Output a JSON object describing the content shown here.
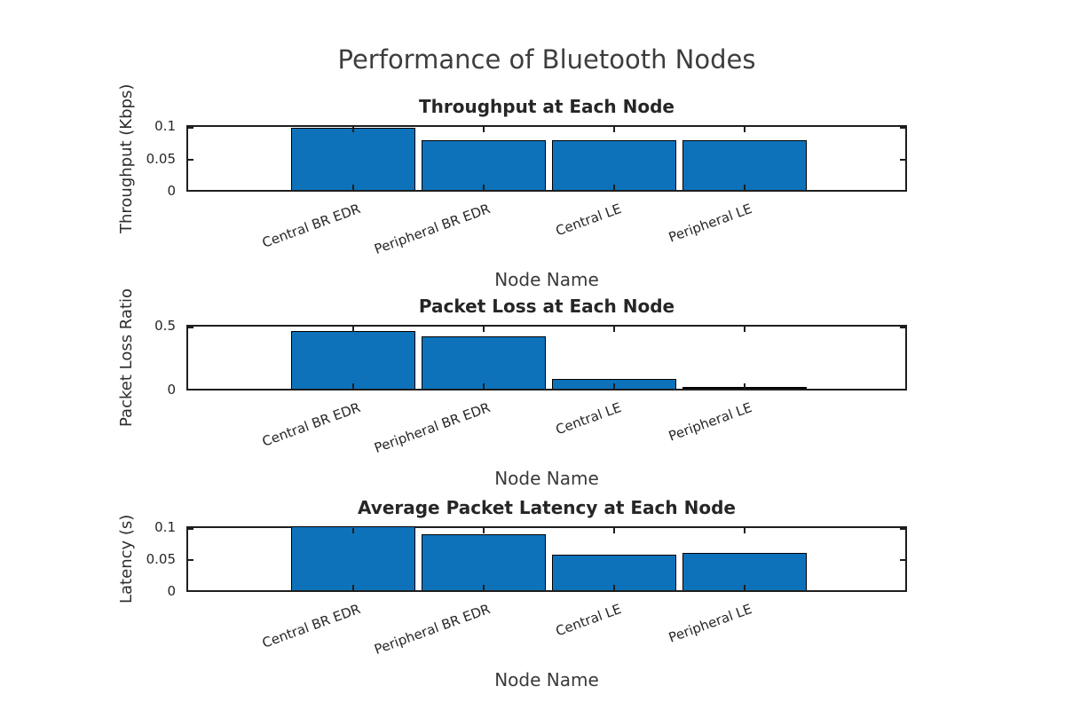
{
  "figure": {
    "title": "Performance of Bluetooth Nodes",
    "background_color": "#ffffff",
    "bar_fill_color": "#0d72ba",
    "bar_edge_color": "#000000",
    "axis_color": "#1e1e1e",
    "text_color": "#262626"
  },
  "chart_data": [
    {
      "type": "bar",
      "title": "Throughput at Each Node",
      "xlabel": "Node Name",
      "ylabel": "Throughput (Kbps)",
      "categories": [
        "Central BR EDR",
        "Peripheral BR EDR",
        "Central LE",
        "Peripheral LE"
      ],
      "values": [
        0.096,
        0.077,
        0.077,
        0.077
      ],
      "ylim": [
        0,
        0.1
      ],
      "yticks": [
        0,
        0.05,
        0.1
      ],
      "ytick_labels": [
        "0",
        "0.05",
        "0.1"
      ],
      "grid": "off",
      "legend": "none"
    },
    {
      "type": "bar",
      "title": "Packet Loss at Each Node",
      "xlabel": "Node Name",
      "ylabel": "Packet Loss Ratio",
      "categories": [
        "Central BR EDR",
        "Peripheral BR EDR",
        "Central LE",
        "Peripheral LE"
      ],
      "values": [
        0.45,
        0.41,
        0.074,
        0.012
      ],
      "ylim": [
        0,
        0.5
      ],
      "yticks": [
        0,
        0.5
      ],
      "ytick_labels": [
        "0",
        "0.5"
      ],
      "grid": "off",
      "legend": "none"
    },
    {
      "type": "bar",
      "title": "Average Packet Latency at Each Node",
      "xlabel": "Node Name",
      "ylabel": "Latency (s)",
      "categories": [
        "Central BR EDR",
        "Peripheral BR EDR",
        "Central LE",
        "Peripheral LE"
      ],
      "values": [
        0.1,
        0.088,
        0.056,
        0.058
      ],
      "ylim": [
        0,
        0.1
      ],
      "yticks": [
        0,
        0.05,
        0.1
      ],
      "ytick_labels": [
        "0",
        "0.05",
        "0.1"
      ],
      "grid": "off",
      "legend": "none"
    }
  ]
}
